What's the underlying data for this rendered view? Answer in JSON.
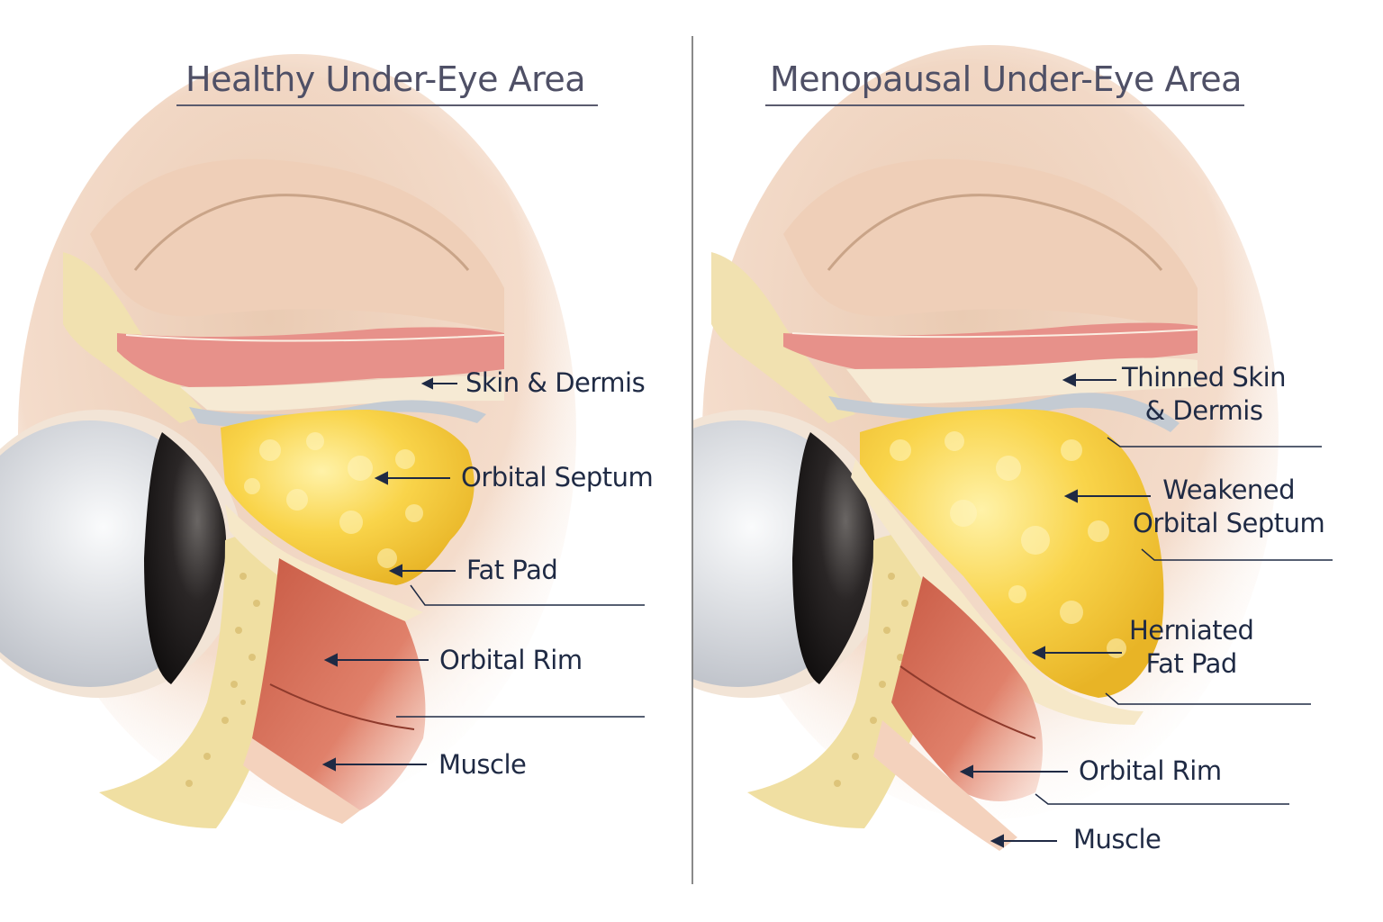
{
  "colors": {
    "title_text": "#4f5066",
    "label_text": "#1f2a44",
    "divider": "#8a8a8a",
    "skin": "#f2d4bd",
    "dermis_pink": "#e88a86",
    "fat_yellow": "#f7cc3a",
    "muscle_red": "#d86a52",
    "bone_cream": "#f1dfa6",
    "septum_blue_gray": "#c8ced6",
    "eye_white": "#e6e8ec",
    "iris_dark": "#1e1c1c"
  },
  "panels": [
    {
      "id": "healthy",
      "title": "Healthy Under-Eye Area",
      "labels": [
        {
          "id": "skin-dermis",
          "text": "Skin & Dermis"
        },
        {
          "id": "orbital-septum",
          "text": "Orbital Septum"
        },
        {
          "id": "fat-pad",
          "text": "Fat Pad"
        },
        {
          "id": "orbital-rim",
          "text": "Orbital Rim"
        },
        {
          "id": "muscle",
          "text": "Muscle"
        }
      ]
    },
    {
      "id": "menopausal",
      "title": "Menopausal Under-Eye Area",
      "labels": [
        {
          "id": "thinned-skin-dermis",
          "line1": "Thinned Skin",
          "line2": "& Dermis"
        },
        {
          "id": "weakened-orbital-septum",
          "line1": "Weakened",
          "line2": "Orbital Septum"
        },
        {
          "id": "herniated-fat-pad",
          "line1": "Herniated",
          "line2": "Fat Pad"
        },
        {
          "id": "orbital-rim",
          "text": "Orbital Rim"
        },
        {
          "id": "muscle",
          "text": "Muscle"
        }
      ]
    }
  ]
}
